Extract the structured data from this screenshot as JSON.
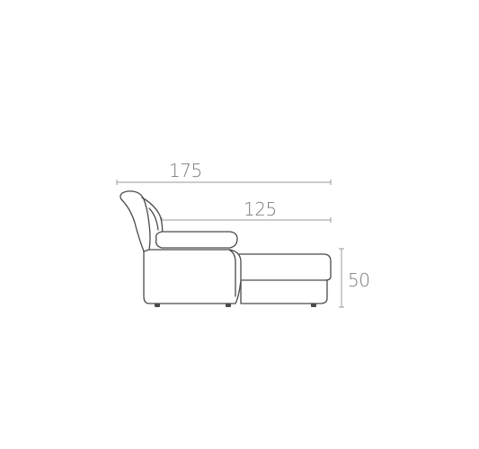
{
  "dimensions": {
    "total_length": "175",
    "seat_length": "125",
    "height": "50"
  },
  "colors": {
    "outline": "#4a4a4a",
    "dimension": "#9a9a9a",
    "label": "#7a7a7a",
    "background": "#ffffff"
  }
}
